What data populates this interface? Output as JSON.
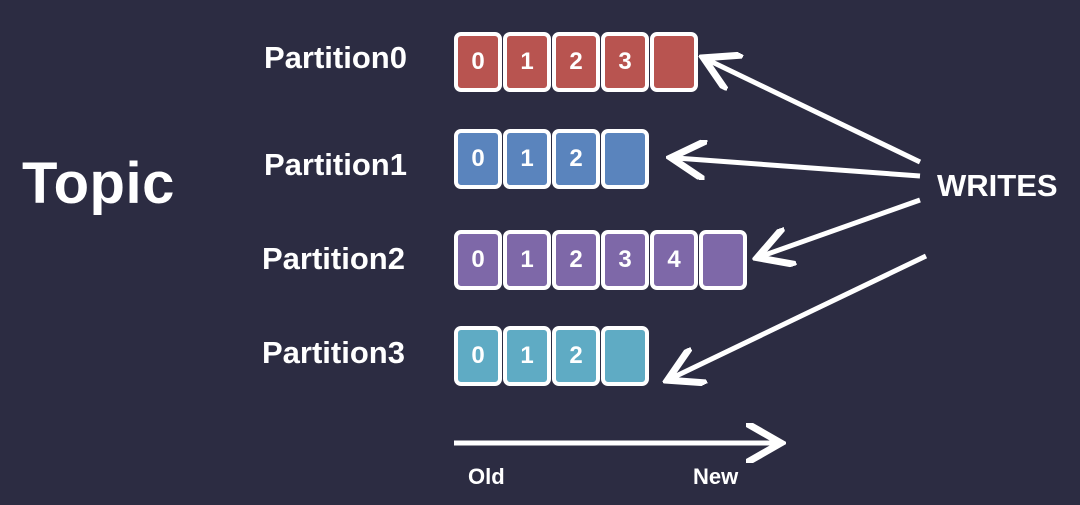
{
  "topic_label": "Topic",
  "writes_label": "WRITES",
  "axis": {
    "old_label": "Old",
    "new_label": "New"
  },
  "colors": {
    "background": "#2c2c42",
    "partition0": "#b85450",
    "partition1": "#5a84bd",
    "partition2": "#7e68a8",
    "partition3": "#5fabc4",
    "stroke": "#ffffff"
  },
  "partitions": [
    {
      "label": "Partition0",
      "color_key": "partition0",
      "cells": [
        "0",
        "1",
        "2",
        "3",
        ""
      ]
    },
    {
      "label": "Partition1",
      "color_key": "partition1",
      "cells": [
        "0",
        "1",
        "2",
        ""
      ]
    },
    {
      "label": "Partition2",
      "color_key": "partition2",
      "cells": [
        "0",
        "1",
        "2",
        "3",
        "4",
        ""
      ]
    },
    {
      "label": "Partition3",
      "color_key": "partition3",
      "cells": [
        "0",
        "1",
        "2",
        ""
      ]
    }
  ]
}
